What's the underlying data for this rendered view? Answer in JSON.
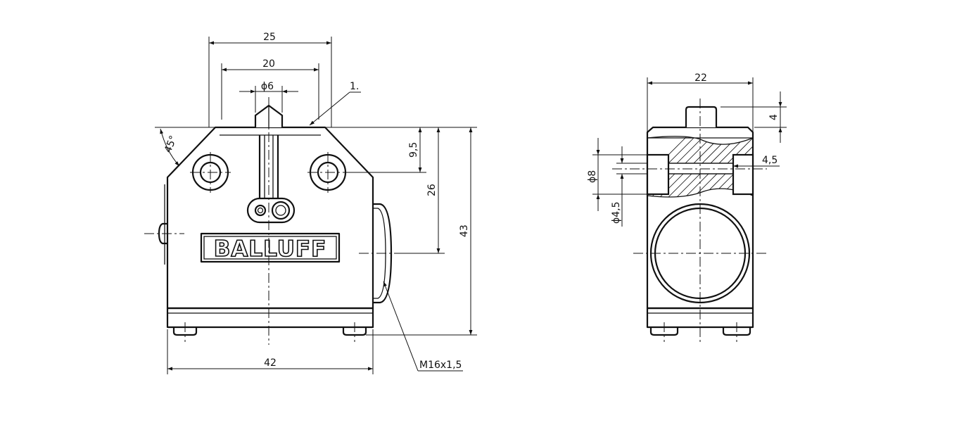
{
  "brand": {
    "logo_text": "BALLUFF"
  },
  "front_view": {
    "dim_width_top": "25",
    "dim_hole_spacing": "20",
    "dim_plunger_dia": "ϕ6",
    "callout_marker": "1.",
    "dim_angle": "45°",
    "dim_hole_offset": "9,5",
    "dim_connector_height": "26",
    "dim_total_height": "43",
    "dim_base_width": "42",
    "thread_label": "M16x1,5"
  },
  "side_view": {
    "dim_width": "22",
    "dim_plunger_height": "4",
    "dim_counterbore": "ϕ8",
    "dim_bore": "ϕ4,5",
    "dim_counterbore_depth": "4,5"
  }
}
